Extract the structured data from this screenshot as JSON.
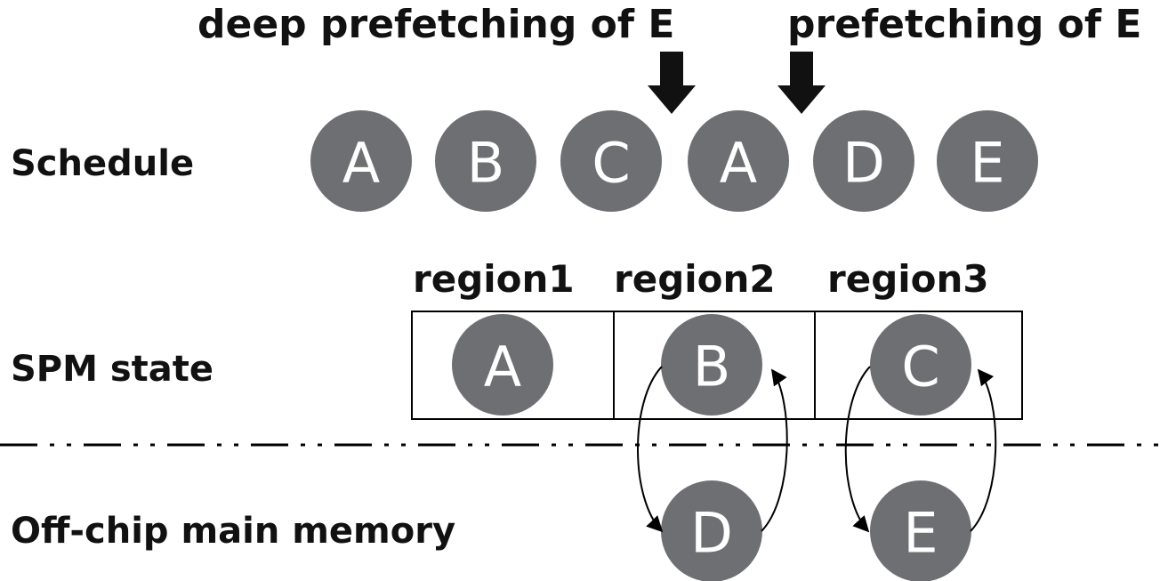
{
  "annotations": {
    "deep_prefetch": "deep prefetching of E",
    "prefetch": "prefetching of E"
  },
  "rows": {
    "schedule": "Schedule",
    "spm": "SPM state",
    "offchip": "Off-chip main memory"
  },
  "schedule": [
    "A",
    "B",
    "C",
    "A",
    "D",
    "E"
  ],
  "regions": [
    {
      "label": "region1",
      "content": "A"
    },
    {
      "label": "region2",
      "content": "B"
    },
    {
      "label": "region3",
      "content": "C"
    }
  ],
  "memory": [
    "D",
    "E"
  ],
  "colors": {
    "circle": "#6d6f72",
    "circle_text": "#ffffff",
    "text": "#111111",
    "line": "#000000"
  }
}
